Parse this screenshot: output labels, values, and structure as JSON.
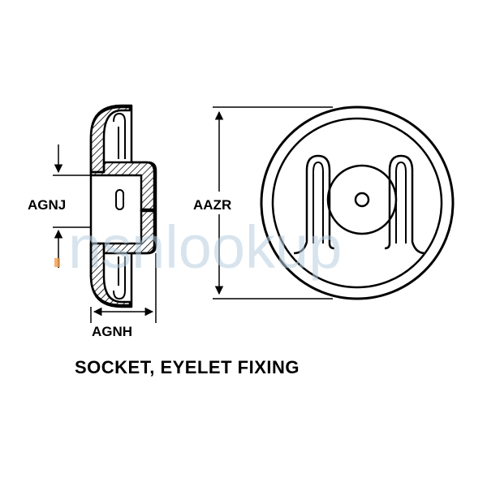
{
  "dimensions": {
    "agnj": "AGNJ",
    "aazr": "AAZR",
    "agnh": "AGNH"
  },
  "caption": "SOCKET, EYELET FIXING",
  "watermark": "nsnlookup",
  "colors": {
    "line": "#000000",
    "watermark": "#b9cfe0",
    "watermark_accent": "#f39c4a"
  }
}
